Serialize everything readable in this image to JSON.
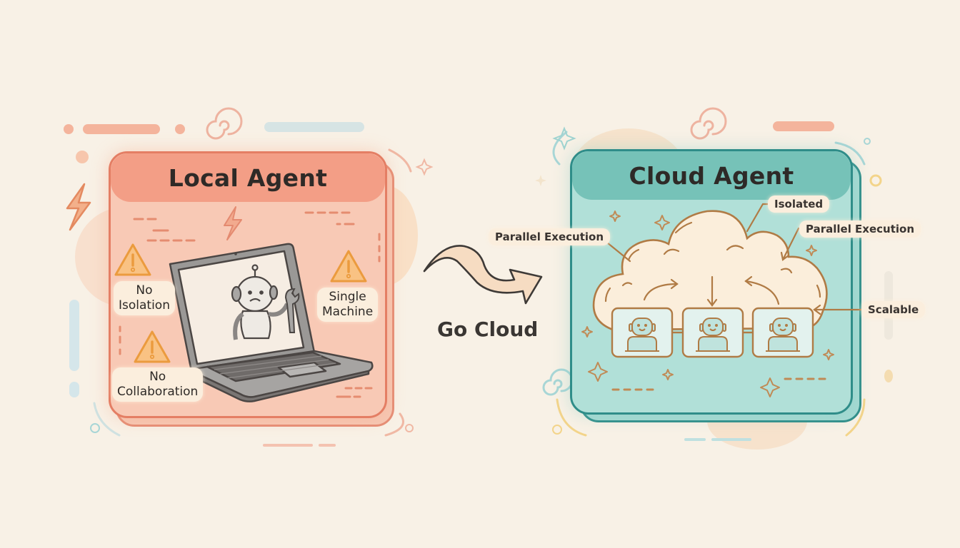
{
  "local_panel": {
    "title": "Local Agent",
    "labels": {
      "no_isolation": "No\nIsolation",
      "no_isolation_l1": "No",
      "no_isolation_l2": "Isolation",
      "single_machine_l1": "Single",
      "single_machine_l2": "Machine",
      "no_collaboration_l1": "No",
      "no_collaboration_l2": "Collaboration"
    },
    "colors": {
      "fill": "#f8c9b5",
      "header": "#f39e86",
      "border": "#e47e64",
      "warning": "#f0a040"
    }
  },
  "transition": {
    "label": "Go Cloud"
  },
  "cloud_panel": {
    "title": "Cloud Agent",
    "labels": {
      "parallel_left": "Parallel Execution",
      "isolated": "Isolated",
      "parallel_right": "Parallel Execution",
      "scalable": "Scalable"
    },
    "agent_count": 3,
    "colors": {
      "fill": "#b1e0d8",
      "header": "#76c2b8",
      "border": "#2f8d89",
      "cloud_fill": "#fbeedb",
      "cloud_stroke": "#b07b45"
    }
  },
  "icons": [
    "lightning-icon",
    "warning-icon",
    "laptop-icon",
    "robot-icon",
    "wrench-icon",
    "curved-arrow-icon",
    "cloud-icon",
    "sparkle-icon",
    "spiral-icon"
  ],
  "background_color": "#f8f1e6"
}
